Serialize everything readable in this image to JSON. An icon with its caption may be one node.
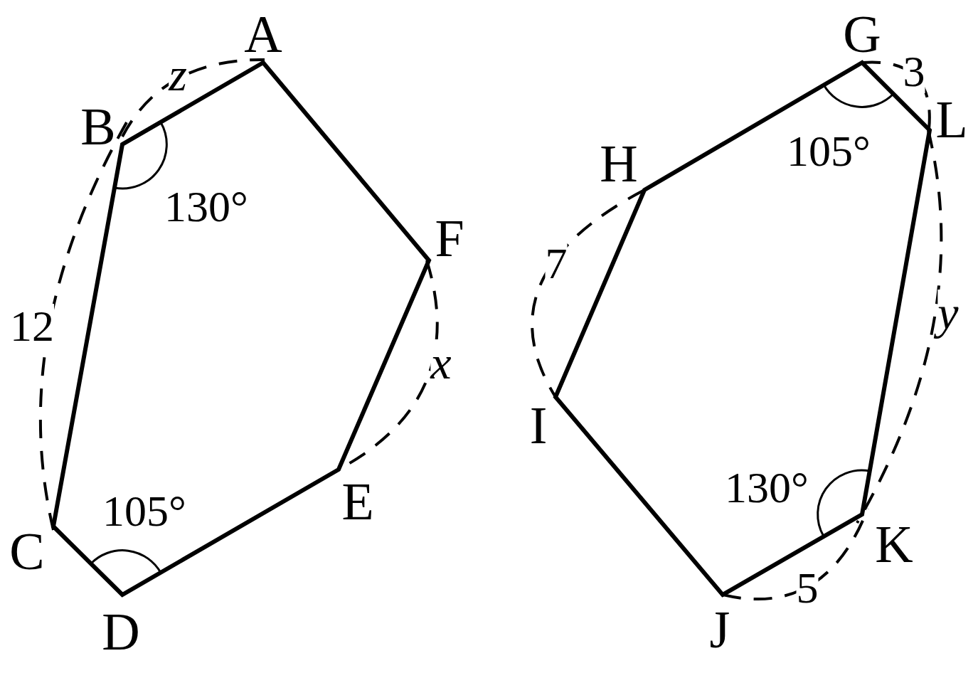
{
  "diagram": {
    "labels": [
      "A",
      "G",
      "z",
      "3",
      "B",
      "L",
      "H",
      "105°",
      "130°",
      "F",
      "7",
      "12",
      "y",
      "x",
      "I",
      "130°",
      "105°",
      "E",
      "C",
      "K",
      "5",
      "D",
      "J"
    ]
  }
}
